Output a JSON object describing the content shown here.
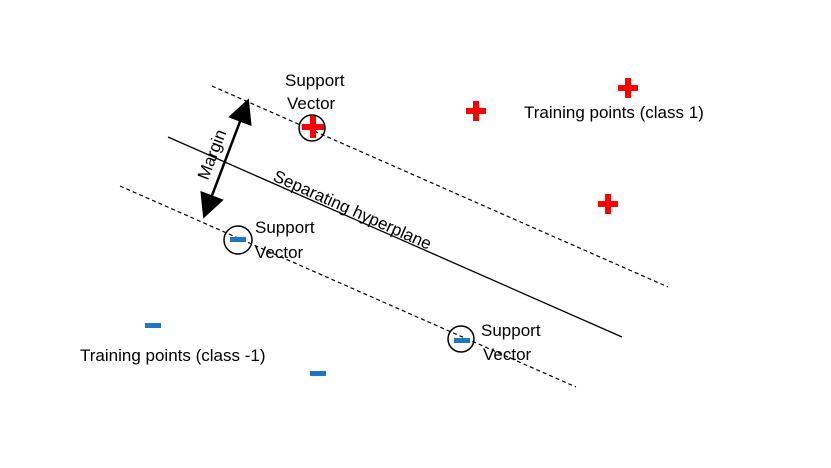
{
  "colors": {
    "class_positive": "#ff0000",
    "class_negative": "#1f77c4",
    "line": "#000000"
  },
  "labels": {
    "support": "Support",
    "vector": "Vector",
    "training_class_pos": "Training points (class 1)",
    "training_class_neg": "Training points (class -1)",
    "hyperplane": "Separating hyperplane",
    "margin": "Margin"
  }
}
